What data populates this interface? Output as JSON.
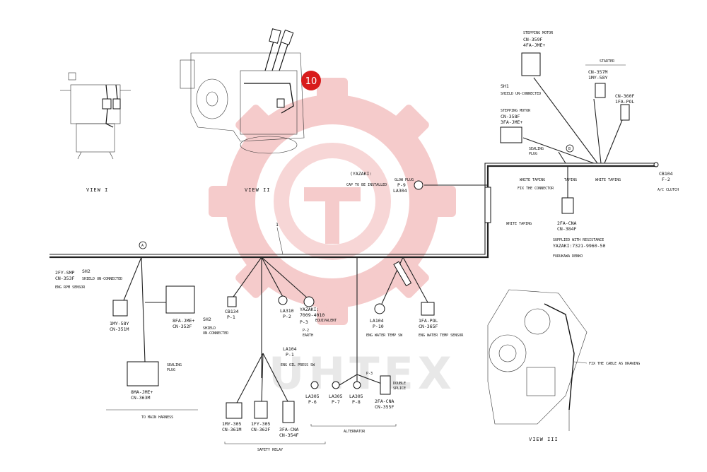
{
  "callout": {
    "number": "10",
    "color": "#d81b1b"
  },
  "watermark": {
    "text": "UHTEX",
    "color": "#f2b5b5"
  },
  "views": {
    "view1": "VIEW I",
    "view2": "VIEW II",
    "view3": "VIEW III"
  },
  "markers": {
    "a": "A",
    "b": "B"
  },
  "wire_no": "1",
  "labels": {
    "yazaki_top": "(YAZAKI:",
    "cap": "CAP TO BE INSTALLED",
    "glow_plug": "GLOW PLUG",
    "p9": "P-9",
    "la304": "LA304",
    "stepping_motor_1": "STEPPING MOTOR",
    "cn359f": "CN-359F",
    "fa_jme_1": "4FA-JME+",
    "starter": "STARTER",
    "cn357m": "CN-357M",
    "my58y_top": "1MY-58Y",
    "sh1": "SH1",
    "shield_unconnected_1": "SHIELD UN-CONNECTED",
    "cn360f": "CN-360F",
    "fa_pol_top": "1FA-POL",
    "stepping_motor_2": "STEPPING MOTOR",
    "cn358f": "CN-358F",
    "fa_jme_2": "3FA-JME+",
    "sealing_plug_1": "SEALING",
    "sealing_plug_1b": "PLUG",
    "cb104_top": "CB104",
    "f2_top": "F-2",
    "ac_clutch": "A/C CLUTCH",
    "white_taping_1": "WHITE TAPING",
    "taping": "TAPING",
    "white_taping_2": "WHITE TAPING",
    "fix_connector": "FIX THE CONNECTOR",
    "white_taping_3": "WHITE TAPING",
    "fa_cna_1": "2FA-CNA",
    "cn384f": "CN-384F",
    "supplied": "SUPPLIED WITH RESISTANCE",
    "yazaki_part": "YAZAKI:7321-9960-50",
    "furukawa": "FURUKAWA DENKO",
    "fy_smp": "2FY-SMP",
    "cn353f": "CN-353F",
    "sh2_a": "SH2",
    "shield_unconnected_2": "SHIELD UN-CONNECTED",
    "eng_rpm": "ENG RPM SENSOR",
    "my58y": "1MY-58Y",
    "cn351m": "CN-351M",
    "fa_jme_3": "8FA-JME+",
    "cn352f": "CN-352F",
    "sh2_b": "SH2",
    "shield_b1": "SHIELD",
    "shield_b2": "UN-CONNECTED",
    "cb134": "CB134",
    "p1_a": "P-1",
    "la310": "LA310",
    "p2": "P-2",
    "yazaki_bottom": "YAZAKI:",
    "yazaki_bottom_part": "7009-4010",
    "equivalent": "EQUIVALENT",
    "p3": "P-3",
    "p2_earth_a": "P-2",
    "p2_earth_b": "EARTH",
    "la104_a": "LA104",
    "p1_b": "P-1",
    "eng_oil": "ENG OIL PRESS SW",
    "la104_b": "LA104",
    "p10": "P-10",
    "eng_water_sw": "ENG WATER TEMP SW",
    "fa_pol": "1FA-POL",
    "cn365f": "CN-365F",
    "eng_water_sensor": "ENG WATER TEMP SENSOR",
    "sealing_plug_2": "SEALING",
    "sealing_plug_2b": "PLUG",
    "ma_jme": "8MA-JME+",
    "cn363m": "CN-363M",
    "to_main": "TO MAIN HARNESS",
    "my305": "1MY-305",
    "cn361m": "CN-361M",
    "fy305": "1FY-305",
    "cn362f": "CN-362F",
    "fa_cna_2": "3FA-CNA",
    "cn354f": "CN-354F",
    "safety_relay": "SAFETY RELAY",
    "p3_short": "P-3",
    "la305_a": "LA305",
    "p6": "P-6",
    "la305_b": "LA305",
    "p7": "P-7",
    "la305_c": "LA305",
    "p8": "P-8",
    "double_splice_a": "DOUBLE",
    "double_splice_b": "SPLICE",
    "fa_cna_3": "2FA-CNA",
    "cn355f": "CN-355F",
    "alternator": "ALTERNATOR",
    "fix_cable": "FIX THE CABLE AS DRAWING"
  }
}
